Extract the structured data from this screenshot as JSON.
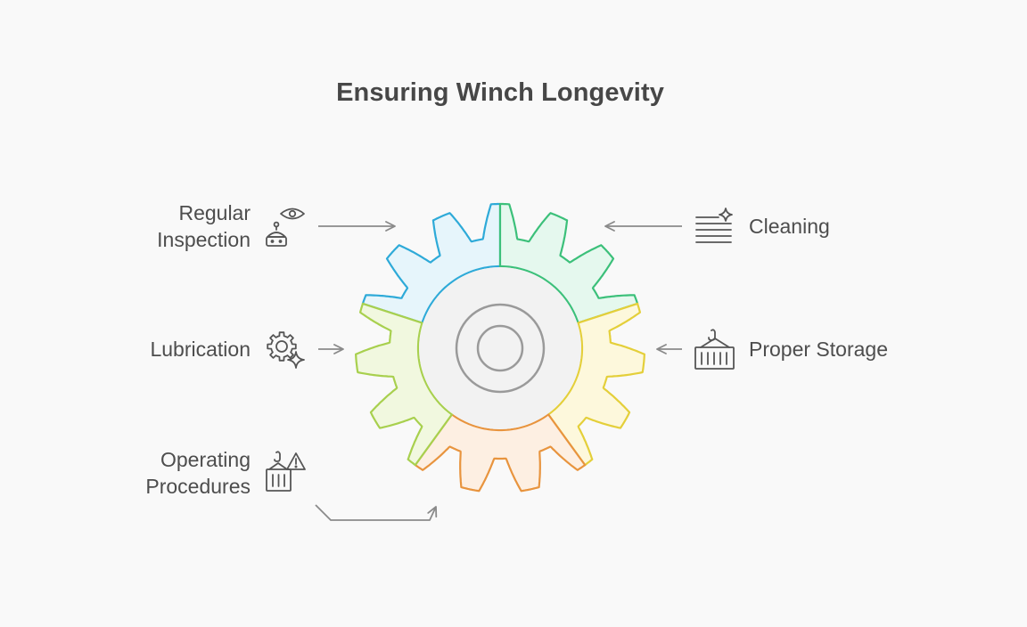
{
  "title": "Ensuring Winch Longevity",
  "items": [
    {
      "key": "regular_inspection",
      "lines": [
        "Regular",
        "Inspection"
      ],
      "icon": "robot-eye-icon",
      "color": "#2eaad8",
      "fill": "#e6f5fb"
    },
    {
      "key": "cleaning",
      "lines": [
        "Cleaning"
      ],
      "icon": "lines-sparkle-icon",
      "color": "#3cc07a",
      "fill": "#e5f8ee"
    },
    {
      "key": "proper_storage",
      "lines": [
        "Proper Storage"
      ],
      "icon": "crane-container-icon",
      "color": "#e4cf3a",
      "fill": "#fdf8dc"
    },
    {
      "key": "operating_procedures",
      "lines": [
        "Operating",
        "Procedures"
      ],
      "icon": "crane-warning-icon",
      "color": "#e8943e",
      "fill": "#fdefe2"
    },
    {
      "key": "lubrication",
      "lines": [
        "Lubrication"
      ],
      "icon": "gear-sparkle-icon",
      "color": "#a8d04e",
      "fill": "#f1f8df"
    }
  ]
}
